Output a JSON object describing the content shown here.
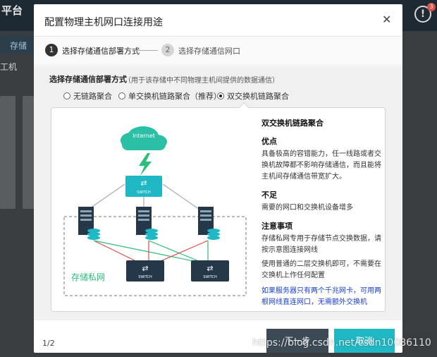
{
  "background": {
    "title": "平台",
    "subtitle": "",
    "nav_label": "存储",
    "side_label": "工机",
    "alert_badge": "3"
  },
  "modal": {
    "title": "配置物理主机网口连接用途",
    "close_icon": "close-icon",
    "steps": [
      {
        "num": "1",
        "label": "选择存储通信部署方式"
      },
      {
        "num": "2",
        "label": "选择存储通信网口"
      }
    ],
    "section_label": "选择存储通信部署方式",
    "section_hint": "（用于该存储中不同物理主机间提供的数据通信）",
    "options": [
      {
        "label": "无链路聚合",
        "selected": false
      },
      {
        "label": "单交换机链路聚合（推荐）",
        "selected": false
      },
      {
        "label": "双交换机链路聚合",
        "selected": true
      }
    ],
    "diagram": {
      "internet_label": "Internet",
      "switch_label": "SWITCH",
      "network_label": "存储私网",
      "colors": {
        "cloud": "#2bbfa6",
        "switch_top": "#1fb8c4",
        "switch_bottom": "#25384a",
        "link_red": "#e04a4a",
        "link_green": "#2bbf7a",
        "server": "#25384a"
      }
    },
    "description": {
      "heading": "双交换机链路聚合",
      "pros_title": "优点",
      "pros_text": "具备极高的容错能力，任一线路或者交换机故障都不影响存储通信，而且能将主机间存储通信带宽扩大。",
      "cons_title": "不足",
      "cons_text": "需要的网口和交换机设备增多",
      "notes_title": "注意事项",
      "notes_1": "存储私网专用于存储节点交换数据，请按示意图连接网线",
      "notes_2": "使用普通的二层交换机即可，不需要在交换机上作任何配置",
      "notes_blue": "如果服务器只有两个千兆网卡，可用两根网线直连网口，无需额外交换机"
    },
    "page_indicator": "1/2",
    "next_label": "下一步",
    "cancel_label": "取消"
  },
  "watermark": "https://blog.csdn.net/csdn10086110"
}
